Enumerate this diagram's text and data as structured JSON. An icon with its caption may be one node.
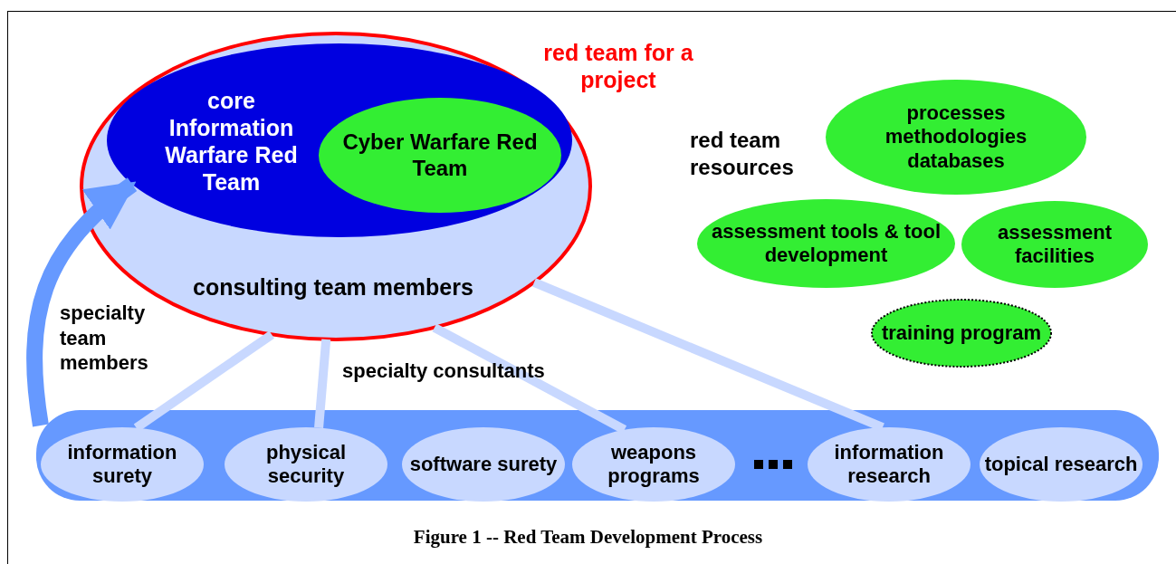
{
  "diagram": {
    "caption": "Figure 1 -- Red Team Development Process",
    "nodes": [
      {
        "text": [
          "red team for a project",
          "consulting team members"
        ]
      },
      {
        "text": [
          "core Information Warfare Red Team"
        ],
        "in": 0
      },
      {
        "text": [
          "Cyber Warfare Red Team"
        ],
        "in": 1
      },
      {
        "text": [],
        "shape": "bar"
      },
      {
        "text": [
          "information surety"
        ],
        "in": 3
      },
      {
        "text": [
          "physical security"
        ],
        "in": 3
      },
      {
        "text": [
          "software surety"
        ],
        "in": 3
      },
      {
        "text": [
          "weapons programs"
        ],
        "in": 3
      },
      {
        "text": [
          "information research"
        ],
        "in": 3
      },
      {
        "text": [
          "topical research"
        ],
        "in": 3
      },
      {
        "text": [
          "processes methodologies databases"
        ]
      },
      {
        "text": [
          "assessment tools & tool development"
        ]
      },
      {
        "text": [
          "assessment facilities"
        ]
      },
      {
        "text": [
          "training program"
        ]
      }
    ],
    "edges": [
      {
        "from": 3,
        "to": 1,
        "arrow": "to",
        "label": "specialty team members",
        "style": "thick",
        "color": "#6699ff"
      },
      {
        "from": 4,
        "to": 0,
        "arrow": "none"
      },
      {
        "from": 5,
        "to": 0,
        "arrow": "none"
      },
      {
        "from": 7,
        "to": 0,
        "arrow": "none"
      },
      {
        "from": 8,
        "to": 0,
        "arrow": "none"
      }
    ],
    "labels": [
      "specialty consultants",
      "red team resources"
    ]
  }
}
